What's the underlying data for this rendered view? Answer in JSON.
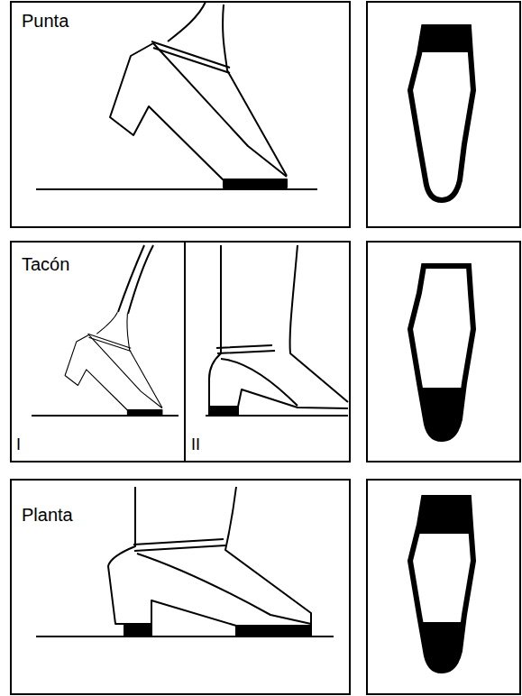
{
  "diagram": {
    "labels": [
      "Punta",
      "Tacón",
      "I",
      "II",
      "Planta"
    ]
  }
}
